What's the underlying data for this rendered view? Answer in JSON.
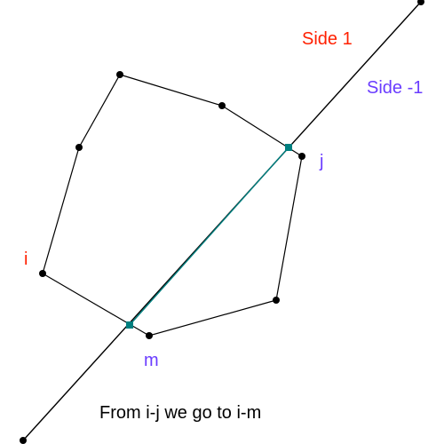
{
  "diagram": {
    "labels": {
      "side_pos": "Side 1",
      "side_neg": "Side -1",
      "vertex_i": "i",
      "vertex_j": "j",
      "vertex_m": "m",
      "caption": "From i-j we go to i-m"
    },
    "colors": {
      "edge": "#000000",
      "vertex": "#000000",
      "cut": "#007f7f",
      "label_red": "#ff2000",
      "label_purple": "#6a3cff",
      "caption": "#000000"
    }
  }
}
